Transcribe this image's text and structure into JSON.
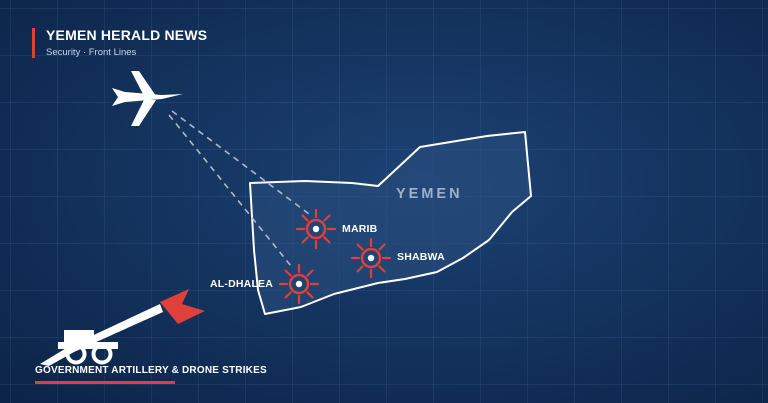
{
  "brand": {
    "title": "YEMEN HERALD NEWS",
    "subtitle": "Security · Front Lines"
  },
  "map": {
    "country_label": "YEMEN",
    "targets": [
      {
        "name": "MARIB"
      },
      {
        "name": "SHABWA"
      },
      {
        "name": "AL-DHALEA"
      }
    ]
  },
  "footer": {
    "caption": "GOVERNMENT ARTILLERY & DRONE STRIKES"
  },
  "colors": {
    "accent_red": "#e0403a",
    "background": "#14345f",
    "grid_line": "#5f8fcc",
    "country_fill": "#2a4f7e",
    "outline": "#ffffff"
  },
  "icons": {
    "aircraft": "drone-icon",
    "weapon": "artillery-cannon-icon",
    "strike": "target-burst-icon"
  }
}
